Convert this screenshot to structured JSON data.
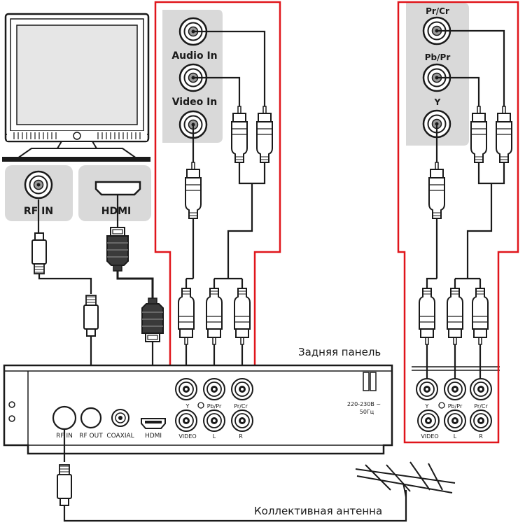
{
  "tv_inputs": {
    "rf_in": "RF IN",
    "hdmi": "HDMI"
  },
  "composite_panel": {
    "audio_in": "Audio In",
    "video_in": "Video In"
  },
  "component_panel": {
    "pr_cr": "Pr/Cr",
    "pb_pr": "Pb/Pr",
    "y": "Y"
  },
  "rear_panel": {
    "caption": "Задняя панель",
    "rf_in": "RF IN",
    "rf_out": "RF OUT",
    "coaxial": "COAXIAL",
    "hdmi": "HDMI",
    "video": "VIDEO",
    "l": "L",
    "r": "R",
    "y": "Y",
    "pb_pr": "Pb/Pr",
    "pr_cr": "Pr/Cr",
    "power_line1": "220-230В ~",
    "power_line2": "50Гц"
  },
  "antenna": {
    "caption": "Коллективная антенна"
  },
  "colors": {
    "highlight": "#e0151b",
    "panel_grey": "#d9d9d9",
    "line": "#1a1a1a"
  }
}
